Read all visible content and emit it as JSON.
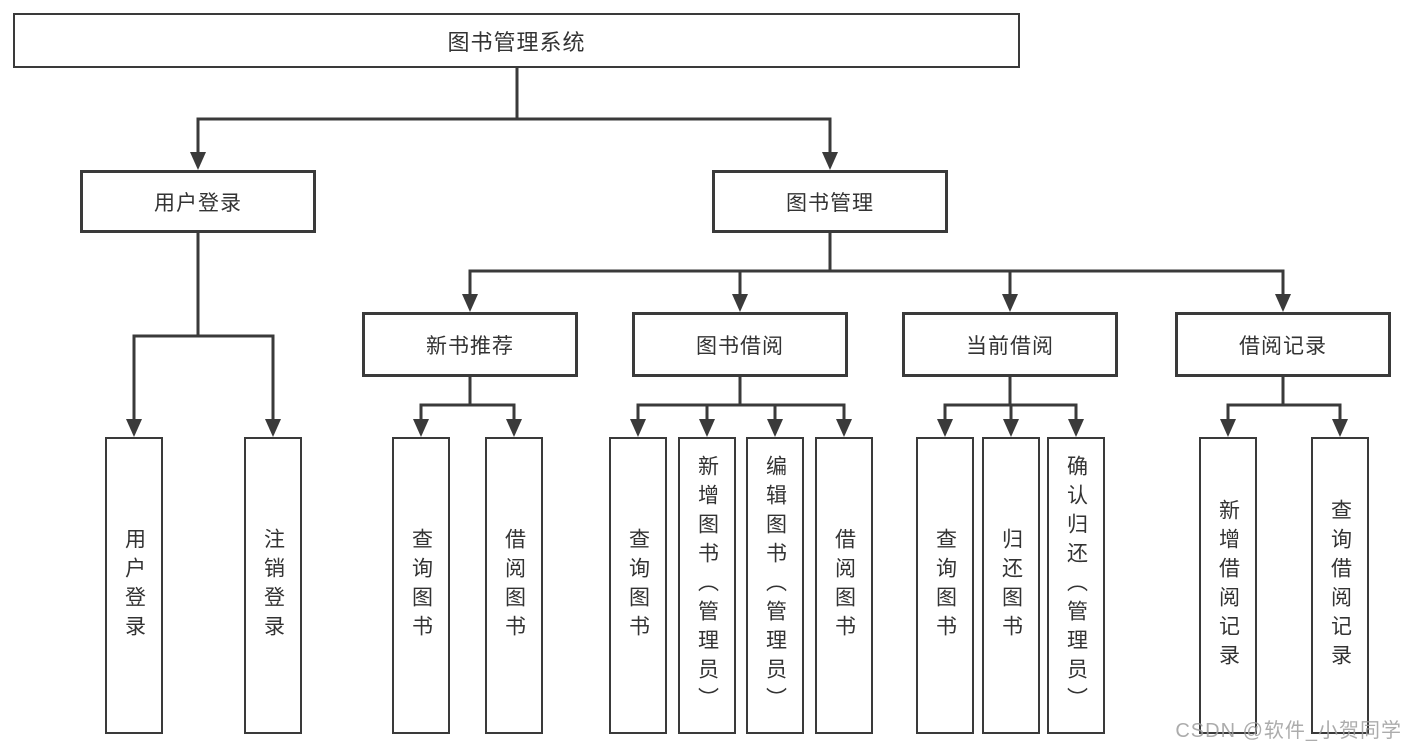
{
  "tree": {
    "root": {
      "label": "图书管理系统"
    },
    "level2": [
      {
        "label": "用户登录"
      },
      {
        "label": "图书管理"
      }
    ],
    "level3": [
      {
        "label": "新书推荐"
      },
      {
        "label": "图书借阅"
      },
      {
        "label": "当前借阅"
      },
      {
        "label": "借阅记录"
      }
    ],
    "leaves": [
      {
        "label": "用户登录"
      },
      {
        "label": "注销登录"
      },
      {
        "label": "查询图书"
      },
      {
        "label": "借阅图书"
      },
      {
        "label": "查询图书"
      },
      {
        "label": "新增图书（管理员）"
      },
      {
        "label": "编辑图书（管理员）"
      },
      {
        "label": "借阅图书"
      },
      {
        "label": "查询图书"
      },
      {
        "label": "归还图书"
      },
      {
        "label": "确认归还（管理员）"
      },
      {
        "label": "新增借阅记录"
      },
      {
        "label": "查询借阅记录"
      }
    ]
  },
  "watermark": {
    "text": "CSDN @软件_小贺同学"
  },
  "colors": {
    "line": "#3a3a3a",
    "text": "#333333",
    "watermark": "#9e9e9e",
    "background": "#ffffff"
  }
}
